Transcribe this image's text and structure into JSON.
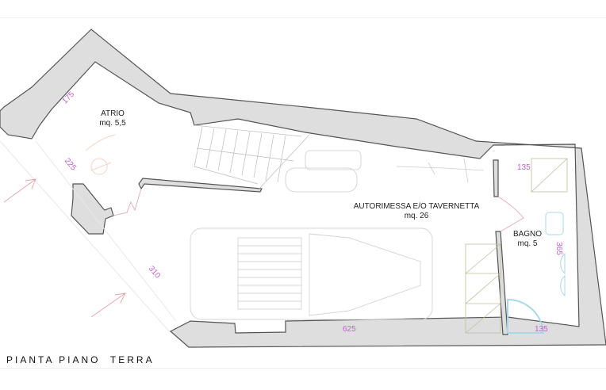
{
  "drawing": {
    "title": "PIANTA PIANO  TERRA",
    "colors": {
      "wall_fill": "#dedede",
      "wall_stroke": "#555555",
      "dimension": "#c45fd0",
      "furniture": "#c9c9c9",
      "sanitary": "#a9d8e6",
      "arrow": "#e3a0a8"
    }
  },
  "rooms": [
    {
      "name": "ATRIO",
      "area": "mq. 5,5"
    },
    {
      "name": "AUTORIMESSA E/O TAVERNETTA",
      "area": "mq. 26"
    },
    {
      "name": "BAGNO",
      "area": "mq. 5"
    }
  ],
  "dimensions": {
    "atrio_top": "175",
    "atrio_side": "225",
    "facade": "310",
    "garage_length": "625",
    "bagno_top": "135",
    "bagno_side": "365",
    "bagno_bottom": "135"
  }
}
